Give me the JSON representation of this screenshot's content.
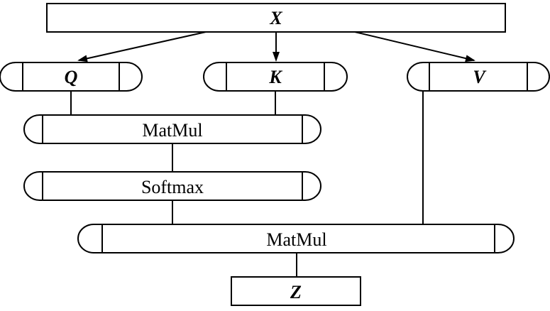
{
  "diagram": {
    "input_label": "X",
    "query_label": "Q",
    "key_label": "K",
    "value_label": "V",
    "matmul_first_label": "MatMul",
    "softmax_label": "Softmax",
    "matmul_second_label": "MatMul",
    "output_label": "Z"
  }
}
